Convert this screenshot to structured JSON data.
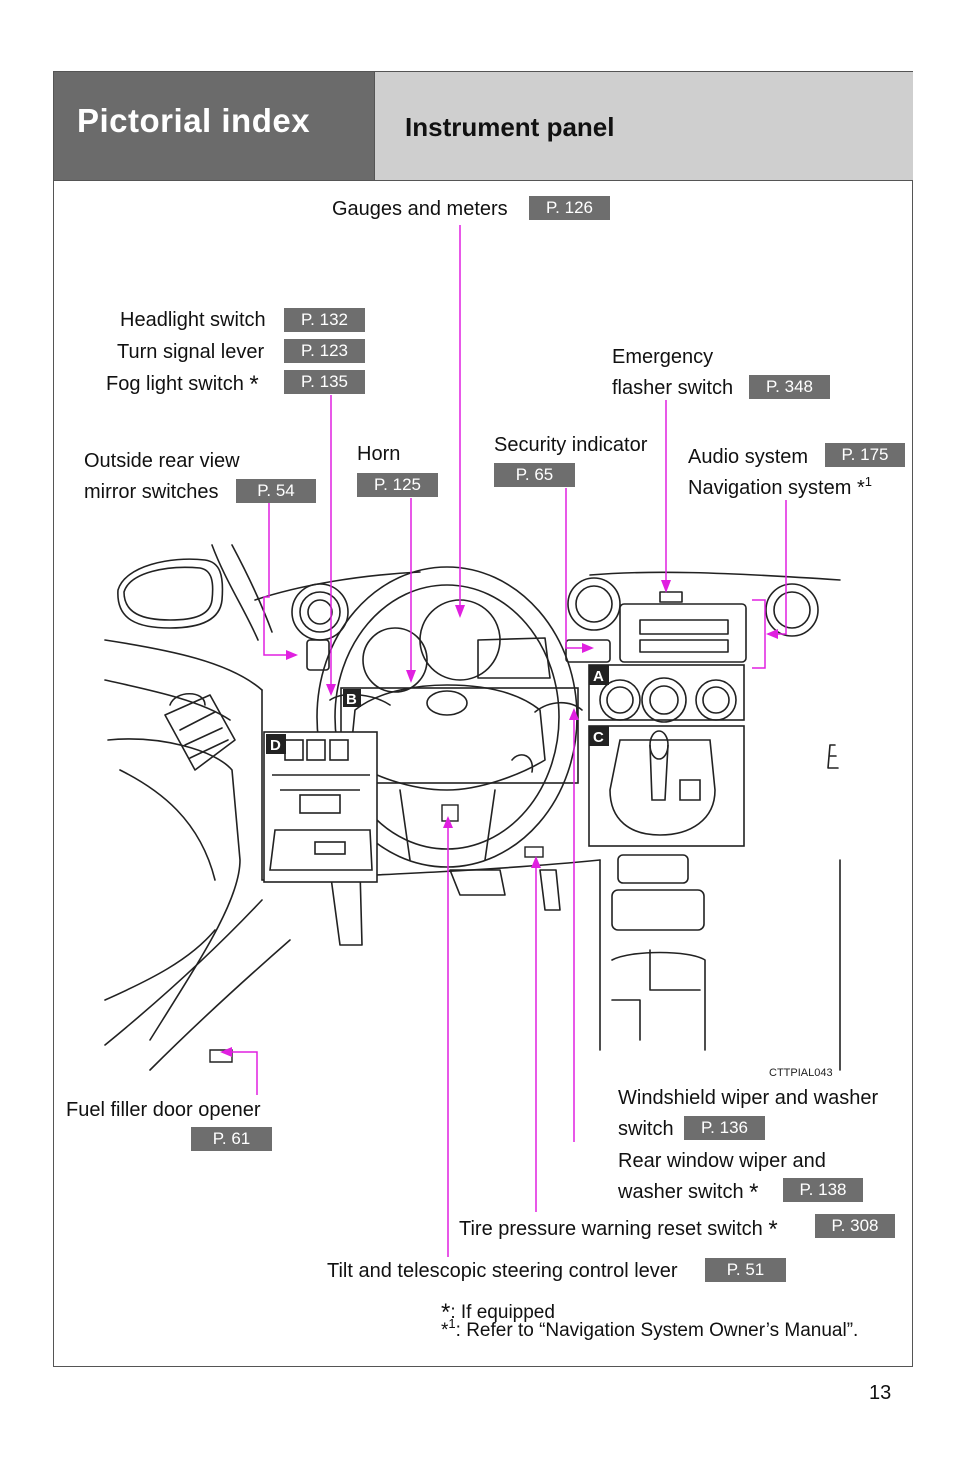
{
  "header": {
    "title": "Pictorial index",
    "subtitle": "Instrument panel"
  },
  "callouts": {
    "gauges": {
      "label": "Gauges and meters",
      "page": "P. 126"
    },
    "headlight": {
      "label": "Headlight switch",
      "page": "P. 132"
    },
    "turn_signal": {
      "label": "Turn signal lever",
      "page": "P. 123"
    },
    "fog_light": {
      "label": "Fog light switch",
      "page": "P. 135"
    },
    "emergency_line1": "Emergency",
    "emergency_line2": "flasher switch",
    "emergency_page": "P. 348",
    "outside_mirror_line1": "Outside rear view",
    "outside_mirror_line2": "mirror switches",
    "outside_mirror_page": "P. 54",
    "horn": {
      "label": "Horn",
      "page": "P. 125"
    },
    "security": {
      "label": "Security indicator",
      "page": "P. 65"
    },
    "audio": {
      "label": "Audio system",
      "page": "P. 175"
    },
    "navigation": {
      "label": "Navigation system",
      "note": "1"
    },
    "fuel_filler": {
      "label": "Fuel filler door opener",
      "page": "P. 61"
    },
    "wiper_line1": "Windshield wiper and washer",
    "wiper_line2": "switch",
    "wiper_page": "P. 136",
    "rear_wiper_line1": "Rear window wiper and",
    "rear_wiper_line2": "washer switch",
    "rear_wiper_page": "P. 138",
    "tire_pressure": {
      "label": "Tire pressure warning reset switch",
      "page": "P. 308"
    },
    "tilt": {
      "label": "Tilt and telescopic steering control lever",
      "page": "P. 51"
    }
  },
  "diagram": {
    "code": "CTTPIAL043",
    "markers": [
      "A",
      "B",
      "C",
      "D"
    ]
  },
  "footnotes": {
    "asterisk": "*",
    "equipped": ": If equipped",
    "nav_mark": "*",
    "nav_sup": "1",
    "nav_text": ": Refer to “Navigation System Owner’s Manual”."
  },
  "page_number": "13",
  "colors": {
    "leader": "#e020e0",
    "badge": "#6e6e6e",
    "header_dark": "#6b6b6b",
    "header_light": "#cfcfcf"
  }
}
